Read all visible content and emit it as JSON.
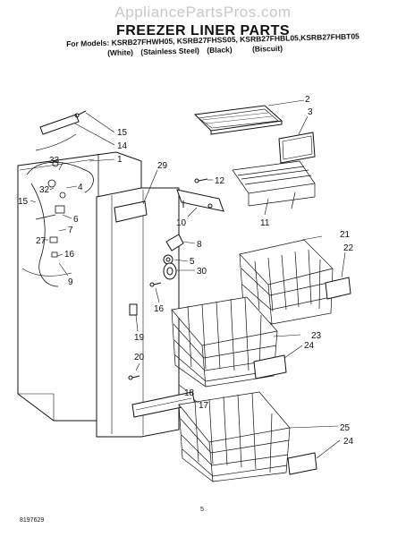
{
  "header": {
    "watermark": "AppliancePartsPros.com",
    "title": "FREEZER LINER PARTS",
    "models": "For Models: KSRB27FHWH05, KSRB27FHSS05, KSRB27FHBL05,KSRB27FHBT05",
    "colors": [
      "(White)",
      "(Stainless Steel)",
      "(Black)",
      "(Biscuit)"
    ]
  },
  "callouts": [
    {
      "id": "2",
      "label": "2"
    },
    {
      "id": "3",
      "label": "3"
    },
    {
      "id": "15",
      "label": "15"
    },
    {
      "id": "14",
      "label": "14"
    },
    {
      "id": "1",
      "label": "1"
    },
    {
      "id": "33",
      "label": "33"
    },
    {
      "id": "29",
      "label": "29"
    },
    {
      "id": "12",
      "label": "12"
    },
    {
      "id": "4",
      "label": "4"
    },
    {
      "id": "32",
      "label": "32"
    },
    {
      "id": "15b",
      "label": "15"
    },
    {
      "id": "6",
      "label": "6"
    },
    {
      "id": "27",
      "label": "27"
    },
    {
      "id": "7",
      "label": "7"
    },
    {
      "id": "10",
      "label": "10"
    },
    {
      "id": "11",
      "label": "11"
    },
    {
      "id": "16",
      "label": "16"
    },
    {
      "id": "9",
      "label": "9"
    },
    {
      "id": "8",
      "label": "8"
    },
    {
      "id": "5",
      "label": "5"
    },
    {
      "id": "21",
      "label": "21"
    },
    {
      "id": "22",
      "label": "22"
    },
    {
      "id": "30",
      "label": "30"
    },
    {
      "id": "16b",
      "label": "16"
    },
    {
      "id": "19",
      "label": "19"
    },
    {
      "id": "23",
      "label": "23"
    },
    {
      "id": "24",
      "label": "24"
    },
    {
      "id": "20",
      "label": "20"
    },
    {
      "id": "18",
      "label": "18"
    },
    {
      "id": "17",
      "label": "17"
    },
    {
      "id": "25",
      "label": "25"
    },
    {
      "id": "24b",
      "label": "24"
    }
  ],
  "footer": {
    "doc_number": "8197629",
    "page": "5"
  }
}
